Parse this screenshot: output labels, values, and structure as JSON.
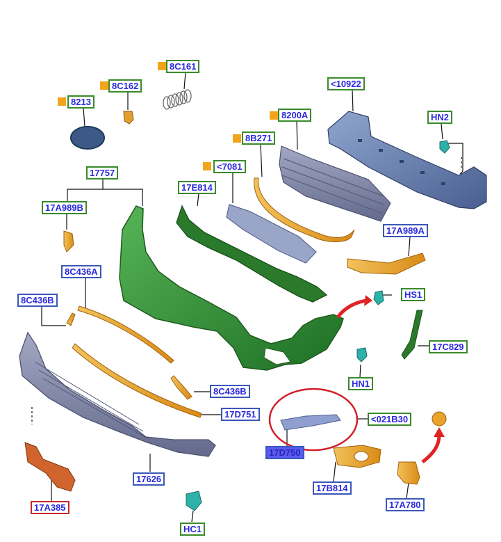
{
  "labels": {
    "p8C161": "8C161",
    "p8C162": "8C162",
    "p8213": "8213",
    "p10922": "<10922",
    "pHN2": "HN2",
    "p8200A": "8200A",
    "p8B271": "8B271",
    "p7081": "<7081",
    "p17757": "17757",
    "p17E814": "17E814",
    "p17A989B": "17A989B",
    "p17A989A": "17A989A",
    "p8C436A": "8C436A",
    "p8C436B_top": "8C436B",
    "pHS1": "HS1",
    "p17C829": "17C829",
    "pHN1": "HN1",
    "p8C436B_low": "8C436B",
    "p17D751": "17D751",
    "p021B30": "<021B30",
    "p17D750": "17D750",
    "p17626": "17626",
    "p17B814": "17B814",
    "p17A385": "17A385",
    "p17A780": "17A780",
    "pHC1": "HC1"
  },
  "colors": {
    "label_text": "#2a2adf",
    "label_border_green": "#3a8a2c",
    "label_border_blue": "#3a57b8",
    "label_border_red": "#c8262a",
    "highlight_fill": "#5b5bf0",
    "orange_tag": "#f2a51c",
    "bumper_green": "#2f8a2f",
    "trim_orange": "#e0a030",
    "grille_grey": "#8389a8",
    "callout_ring": "#d0202a",
    "arrow_red": "#e02424"
  }
}
